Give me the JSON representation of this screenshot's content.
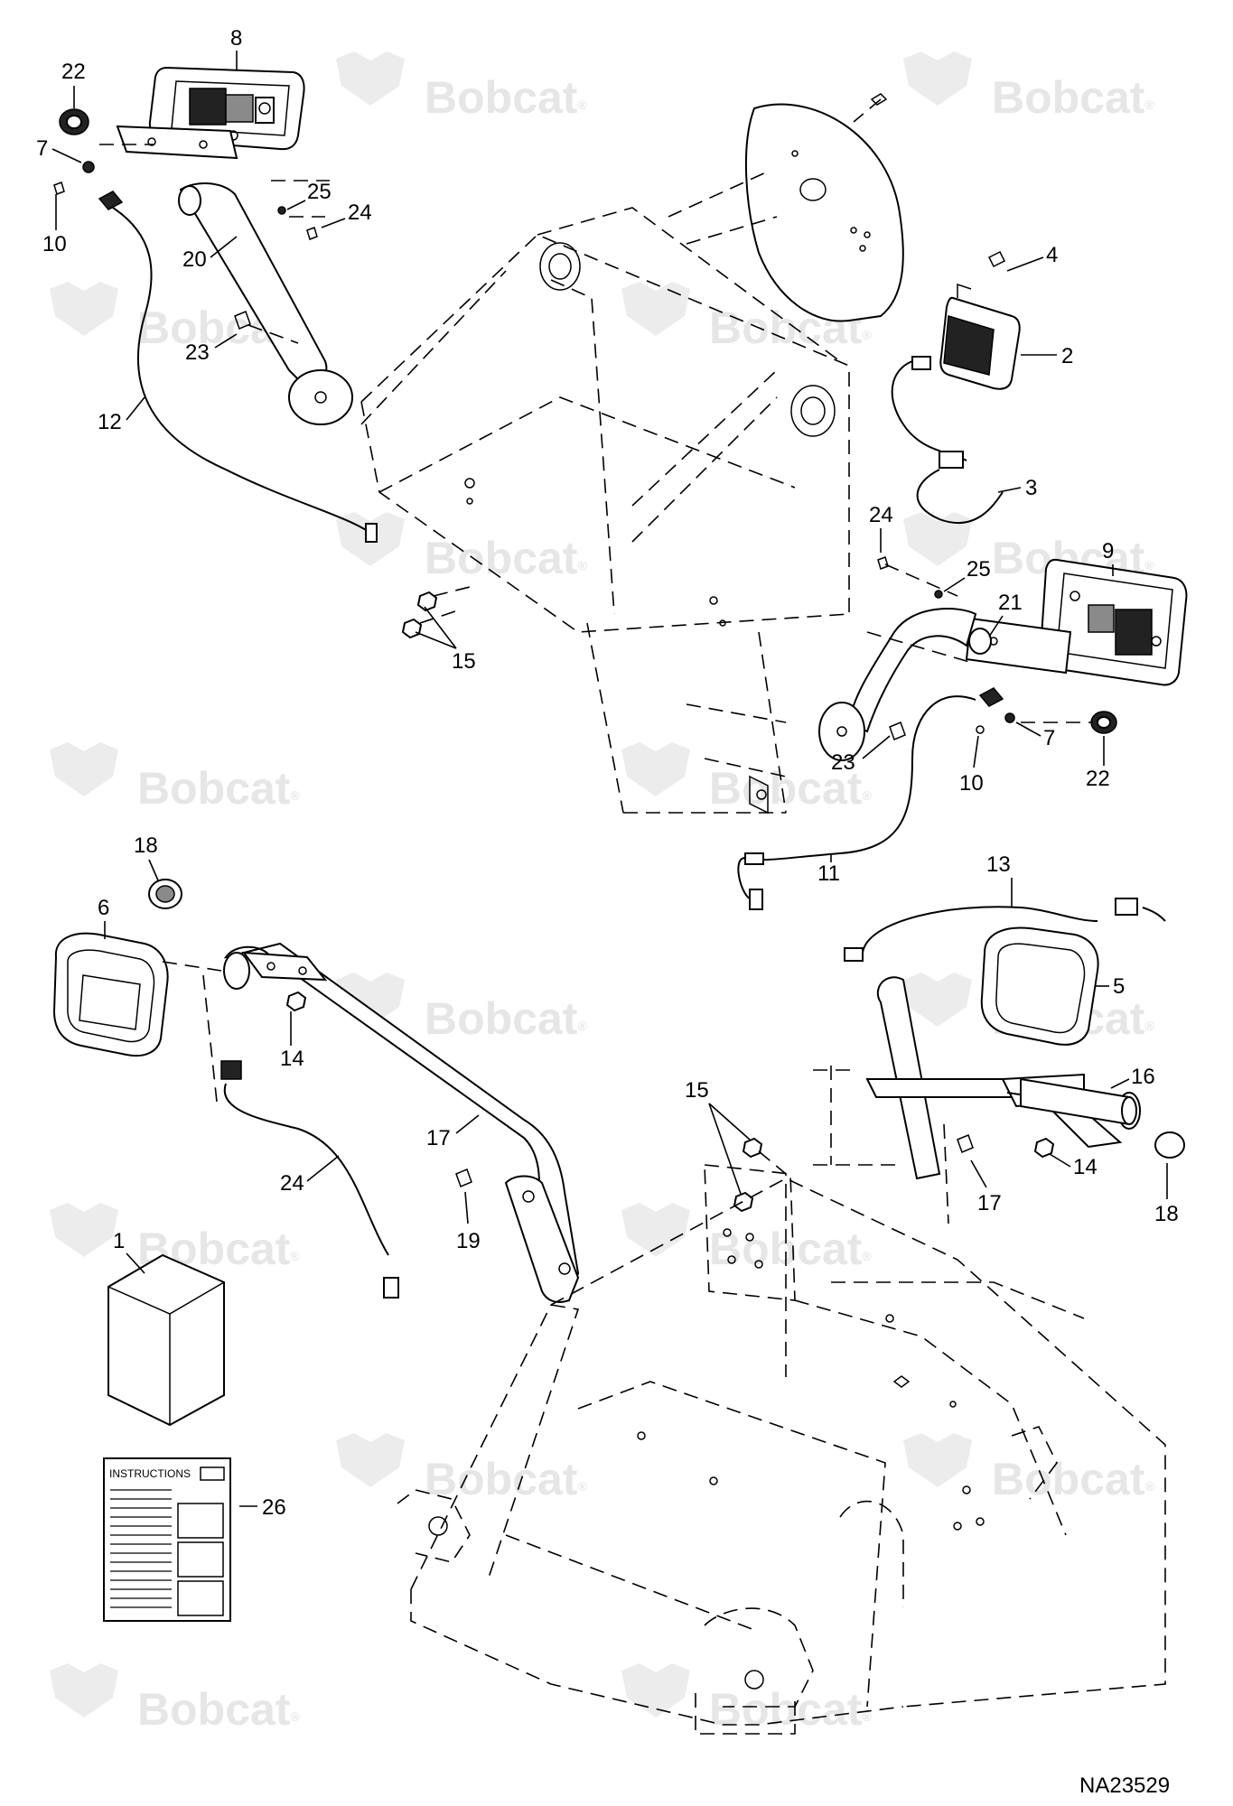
{
  "watermark": {
    "text": "Bobcat",
    "registered": "®"
  },
  "figure_ref": "NA23529",
  "instructions_label": "INSTRUCTIONS",
  "callouts": {
    "c1": "1",
    "c2": "2",
    "c3": "3",
    "c4": "4",
    "c5": "5",
    "c6": "6",
    "c7a": "7",
    "c7b": "7",
    "c8": "8",
    "c9": "9",
    "c10a": "10",
    "c10b": "10",
    "c11": "11",
    "c12": "12",
    "c13": "13",
    "c14a": "14",
    "c14b": "14",
    "c15a": "15",
    "c15b": "15",
    "c16": "16",
    "c17a": "17",
    "c17b": "17",
    "c18a": "18",
    "c18b": "18",
    "c19": "19",
    "c20": "20",
    "c21": "21",
    "c22a": "22",
    "c22b": "22",
    "c23a": "23",
    "c23b": "23",
    "c24a": "24",
    "c24b": "24",
    "c24c": "24",
    "c25a": "25",
    "c25b": "25",
    "c26": "26"
  },
  "colors": {
    "line": "#000000",
    "watermark": "#e6e6e6",
    "background": "#ffffff"
  }
}
